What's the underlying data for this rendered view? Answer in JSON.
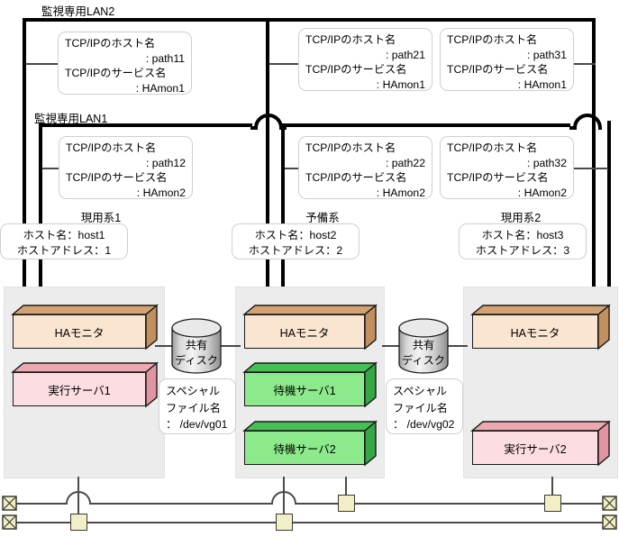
{
  "diagram": {
    "lan2_label": "監視専用LAN2",
    "lan1_label": "監視専用LAN1"
  },
  "lan2_nodes": [
    {
      "host_line": "TCP/IPのホスト名",
      "host_value": ": path11",
      "service_line": "TCP/IPのサービス名",
      "service_value": ": HAmon1"
    },
    {
      "host_line": "TCP/IPのホスト名",
      "host_value": ": path21",
      "service_line": "TCP/IPのサービス名",
      "service_value": ": HAmon1"
    },
    {
      "host_line": "TCP/IPのホスト名",
      "host_value": ": path31",
      "service_line": "TCP/IPのサービス名",
      "service_value": ": HAmon1"
    }
  ],
  "lan1_nodes": [
    {
      "host_line": "TCP/IPのホスト名",
      "host_value": ": path12",
      "service_line": "TCP/IPのサービス名",
      "service_value": ": HAmon2"
    },
    {
      "host_line": "TCP/IPのホスト名",
      "host_value": ": path22",
      "service_line": "TCP/IPのサービス名",
      "service_value": ": HAmon2"
    },
    {
      "host_line": "TCP/IPのホスト名",
      "host_value": ": path32",
      "service_line": "TCP/IPのサービス名",
      "service_value": ": HAmon2"
    }
  ],
  "systems": [
    {
      "role_label": "現用系1",
      "host_name": "ホスト名：host1",
      "host_address": "ホストアドレス：1",
      "boxes": [
        {
          "label": "HAモニタ",
          "kind": "monitor"
        },
        {
          "label": "実行サーバ1",
          "kind": "active"
        }
      ]
    },
    {
      "role_label": "予備系",
      "host_name": "ホスト名：host2",
      "host_address": "ホストアドレス：2",
      "boxes": [
        {
          "label": "HAモニタ",
          "kind": "monitor"
        },
        {
          "label": "待機サーバ1",
          "kind": "standby"
        },
        {
          "label": "待機サーバ2",
          "kind": "standby"
        }
      ]
    },
    {
      "role_label": "現用系2",
      "host_name": "ホスト名：host3",
      "host_address": "ホストアドレス：3",
      "boxes": [
        {
          "label": "HAモニタ",
          "kind": "monitor"
        },
        {
          "label": "実行サーバ2",
          "kind": "active"
        }
      ]
    }
  ],
  "shared_disks": [
    {
      "title_line1": "共有",
      "title_line2": "ディスク",
      "note_line1": "スペシャル",
      "note_line2": "ファイル名",
      "note_line3": "： /dev/vg01"
    },
    {
      "title_line1": "共有",
      "title_line2": "ディスク",
      "note_line1": "スペシャル",
      "note_line2": "ファイル名",
      "note_line3": "： /dev/vg02"
    }
  ],
  "colors": {
    "monitor_face": "#fae5d0",
    "monitor_shade": "#d2a273",
    "active_face": "#fbdde2",
    "active_shade": "#eda8b2",
    "standby_face": "#8cea8c",
    "standby_shade": "#46c055",
    "chassis": "#ececec",
    "tap": "#f2efc6",
    "bus": "#000000",
    "line": "#4a4a4a"
  }
}
